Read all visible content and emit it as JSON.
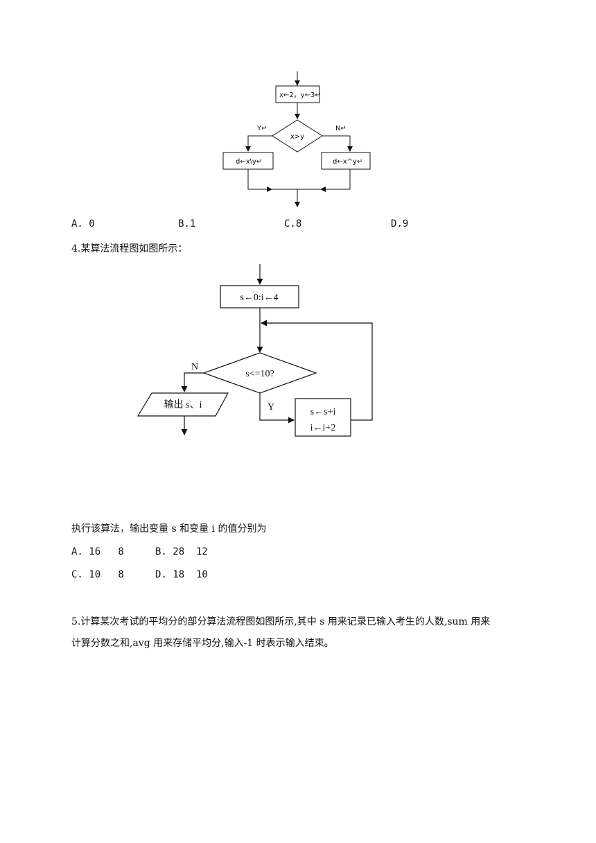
{
  "flowchart1": {
    "init": "x←2，y←3↵",
    "decision": "x>y",
    "yes_label": "Y↵",
    "no_label": "N↵",
    "left_box": "d←x\\y↵",
    "right_box": "d←x^y↵"
  },
  "q3_options": {
    "a": "A. 0",
    "b": "B.1",
    "c": "C.8",
    "d": "D.9"
  },
  "q4": {
    "stem": "4.某算法流程图如图所示：",
    "init": "s←0:i←4",
    "decision": "s<=10?",
    "no_label": "N",
    "yes_label": "Y",
    "output": "输出 s、i",
    "loop_line1": "s←s+i",
    "loop_line2": "i←i+2",
    "question": "执行该算法，输出变量 s 和变量 i 的值分别为",
    "options": {
      "a": "A. 16   8",
      "b": "B. 28  12",
      "c": "C. 10   8",
      "d": "D. 18  10"
    }
  },
  "q5": {
    "line1": "5.计算某次考试的平均分的部分算法流程图如图所示,其中 s 用来记录已输入考生的人数,sum 用来",
    "line2": "计算分数之和,avg 用来存储平均分,输入-1 时表示输入结束。"
  }
}
